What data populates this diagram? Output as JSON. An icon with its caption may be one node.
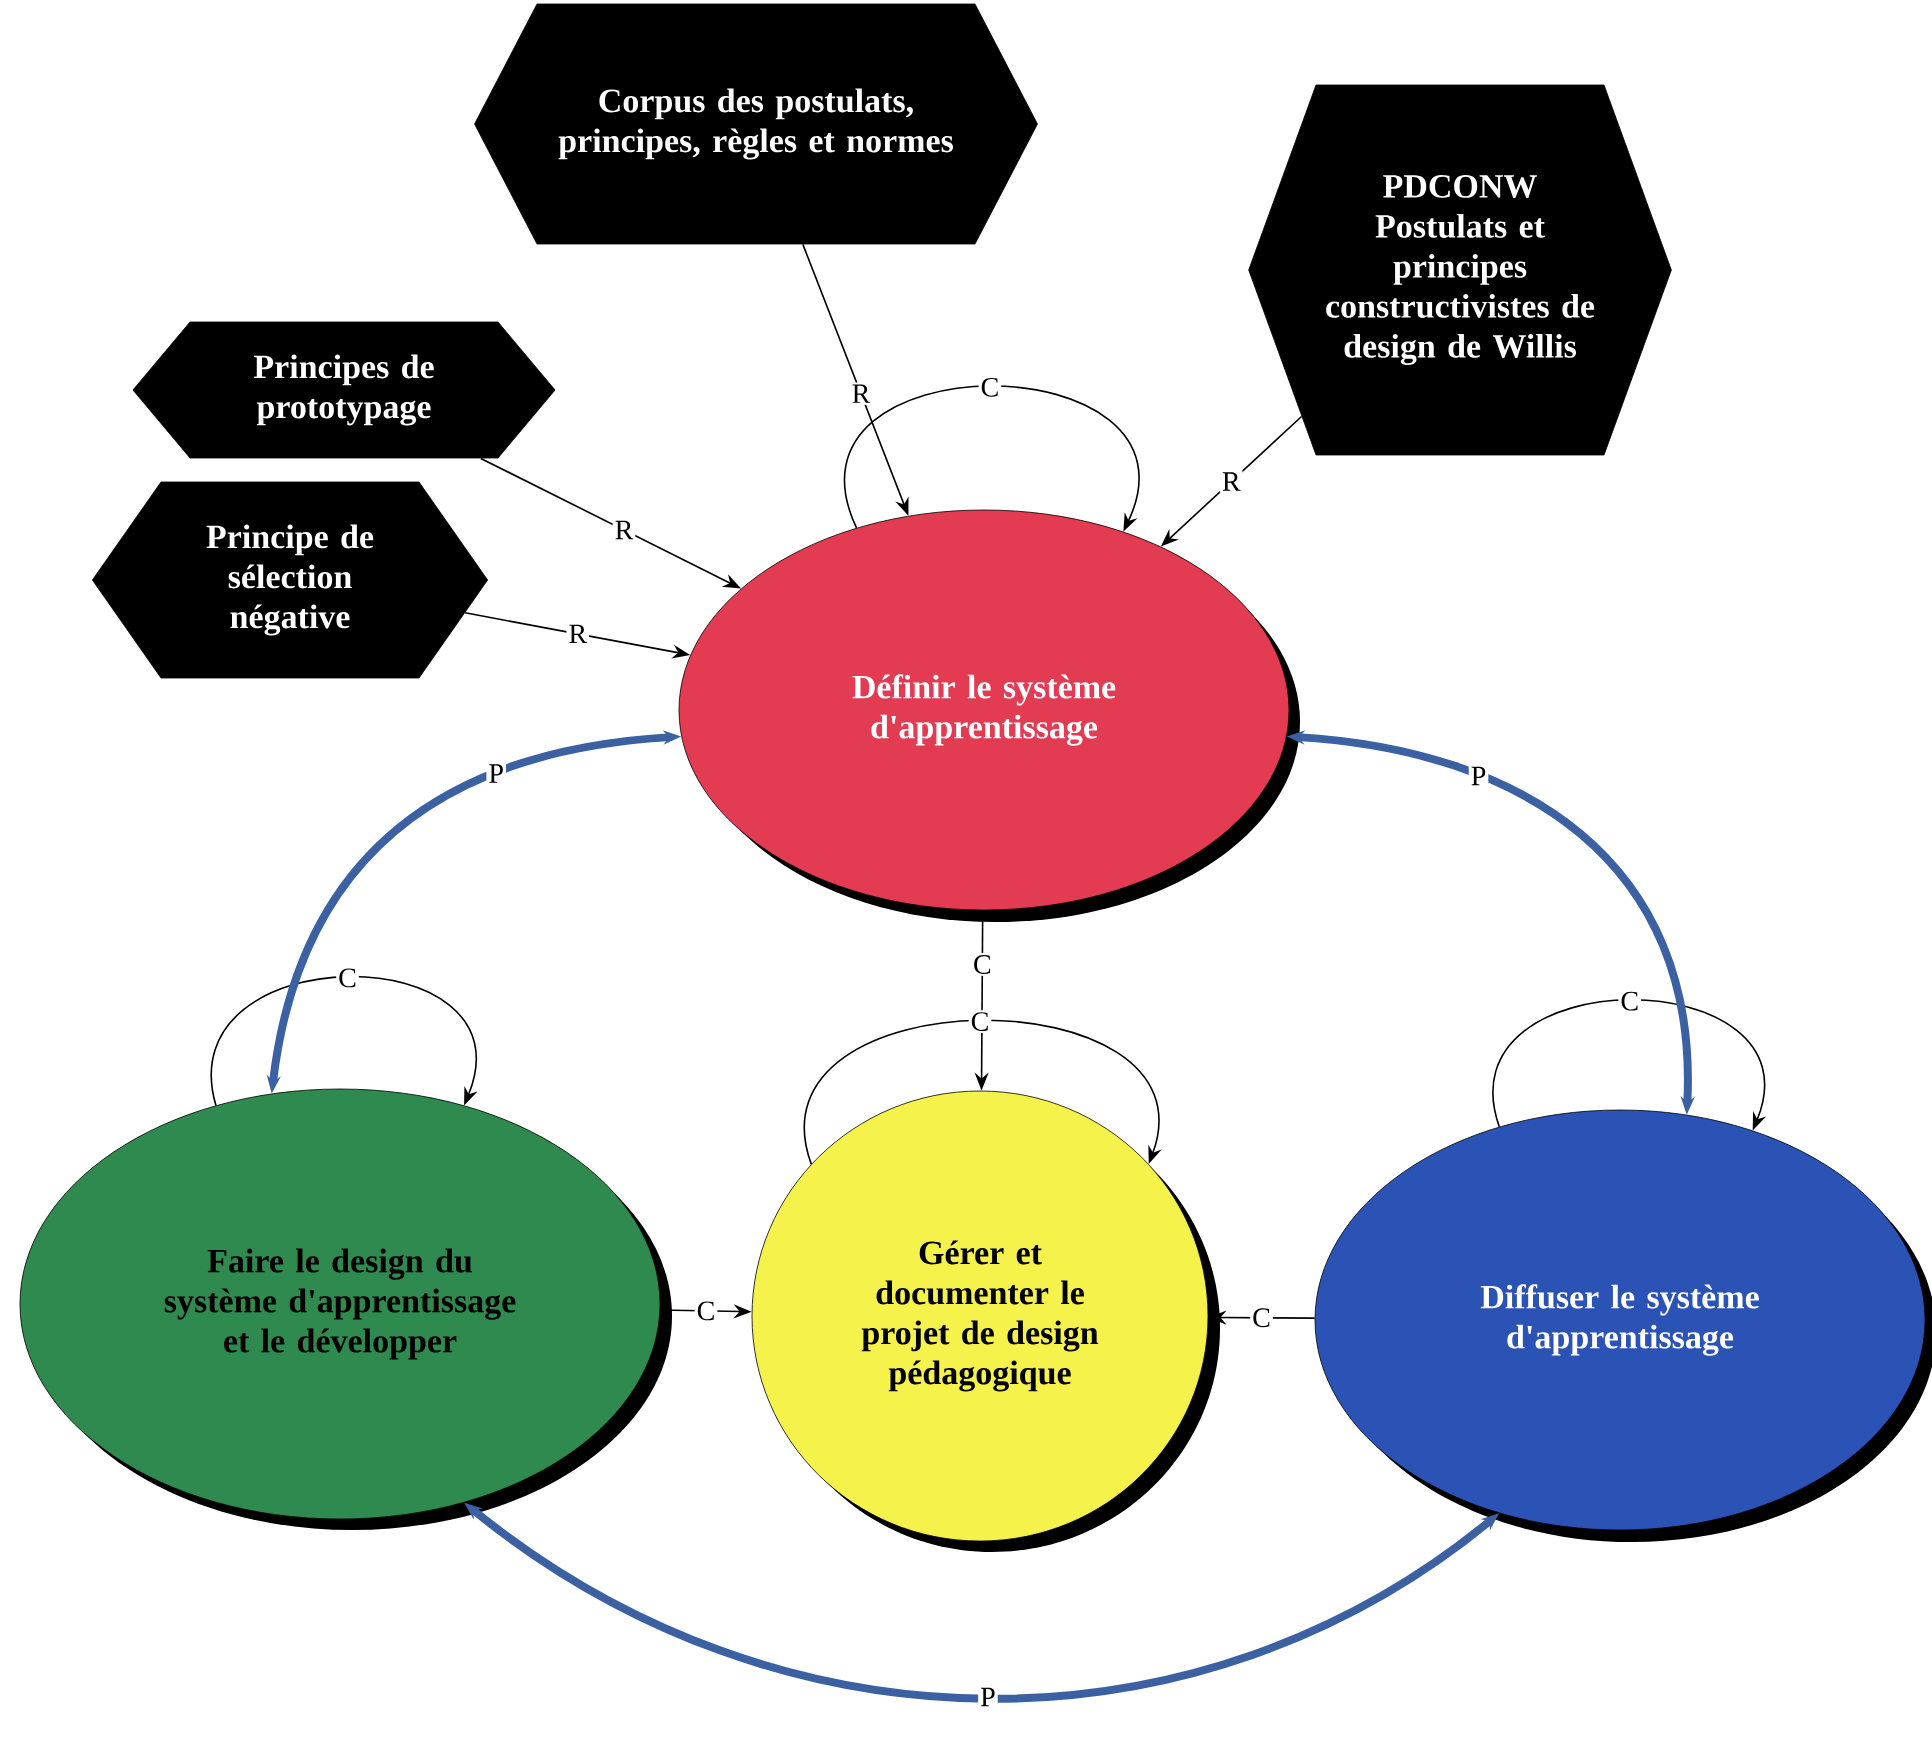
{
  "diagram": {
    "nodes": [
      {
        "text": [
          "Corpus des postulats, principes, règles et normes"
        ]
      },
      {
        "text": [
          "PDCONW",
          "Postulats et principes constructivistes de design de Willis"
        ]
      },
      {
        "text": [
          "Principes de prototypage"
        ]
      },
      {
        "text": [
          "Principe de sélection négative"
        ]
      },
      {
        "text": [
          "Définir le système d'apprentissage"
        ]
      },
      {
        "text": [
          "Faire le design du système d'apprentissage et le développer"
        ]
      },
      {
        "text": [
          "Gérer et documenter le projet de design pédagogique"
        ]
      },
      {
        "text": [
          "Diffuser le système d'apprentissage"
        ]
      }
    ],
    "edges": [
      {
        "from": 0,
        "to": 4,
        "arrow": "to",
        "label": "R"
      },
      {
        "from": 1,
        "to": 4,
        "arrow": "to",
        "label": "R"
      },
      {
        "from": 2,
        "to": 4,
        "arrow": "to",
        "label": "R"
      },
      {
        "from": 3,
        "to": 4,
        "arrow": "to",
        "label": "R"
      },
      {
        "from": 4,
        "to": 4,
        "arrow": "to",
        "label": "C"
      },
      {
        "from": 4,
        "to": 6,
        "arrow": "to",
        "label": "C"
      },
      {
        "from": 5,
        "to": 5,
        "arrow": "to",
        "label": "C"
      },
      {
        "from": 5,
        "to": 6,
        "arrow": "to",
        "label": "C"
      },
      {
        "from": 6,
        "to": 6,
        "arrow": "to",
        "label": "C"
      },
      {
        "from": 7,
        "to": 6,
        "arrow": "to",
        "label": "C"
      },
      {
        "from": 7,
        "to": 7,
        "arrow": "to",
        "label": "C"
      },
      {
        "from": 4,
        "to": 5,
        "arrow": "both",
        "label": "P",
        "style": "thick",
        "color": "#3b61a3"
      },
      {
        "from": 4,
        "to": 7,
        "arrow": "both",
        "label": "P",
        "style": "thick",
        "color": "#3b61a3"
      },
      {
        "from": 5,
        "to": 7,
        "arrow": "both",
        "label": "P",
        "style": "thick",
        "color": "#3b61a3"
      }
    ]
  }
}
